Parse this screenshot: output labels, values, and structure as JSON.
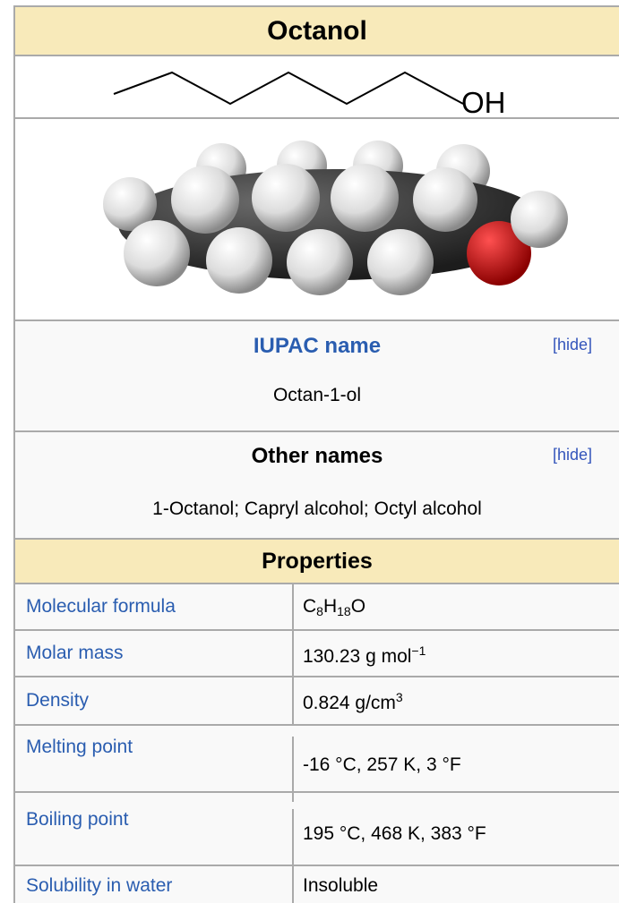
{
  "infobox": {
    "title": "Octanol",
    "structure_label": "OH",
    "iupac": {
      "heading": "IUPAC name",
      "toggle": "[hide]",
      "value": "Octan-1-ol"
    },
    "other_names": {
      "heading": "Other names",
      "toggle": "[hide]",
      "value": "1-Octanol; Capryl alcohol; Octyl alcohol"
    },
    "properties": {
      "heading": "Properties",
      "formula": {
        "label": "Molecular formula",
        "parts": [
          "C",
          "8",
          "H",
          "18",
          "O"
        ]
      },
      "molar_mass": {
        "label": "Molar mass",
        "value": "130.23 g mol",
        "sup": "−1"
      },
      "density": {
        "label": "Density",
        "value": "0.824 g/cm",
        "sup": "3"
      },
      "melting_point": {
        "label": "Melting point",
        "value": "-16 °C, 257 K, 3 °F"
      },
      "boiling_point": {
        "label": "Boiling point",
        "value": "195 °C, 468 K, 383 °F"
      },
      "solubility": {
        "label": "Solubility in water",
        "value": "Insoluble"
      }
    }
  },
  "colors": {
    "header_bg": "#f8eaba",
    "border": "#aaaaaa",
    "link": "#2a5db0",
    "carbon": "#3a3a3a",
    "hydrogen": "#e8e8e8",
    "oxygen": "#d01010"
  }
}
